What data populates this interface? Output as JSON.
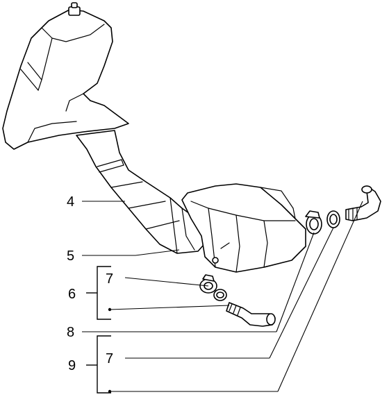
{
  "diagram": {
    "callouts": {
      "c4": "4",
      "c5": "5",
      "c6": "6",
      "c7a": "7",
      "c8": "8",
      "c9": "9",
      "c7b": "7"
    }
  }
}
